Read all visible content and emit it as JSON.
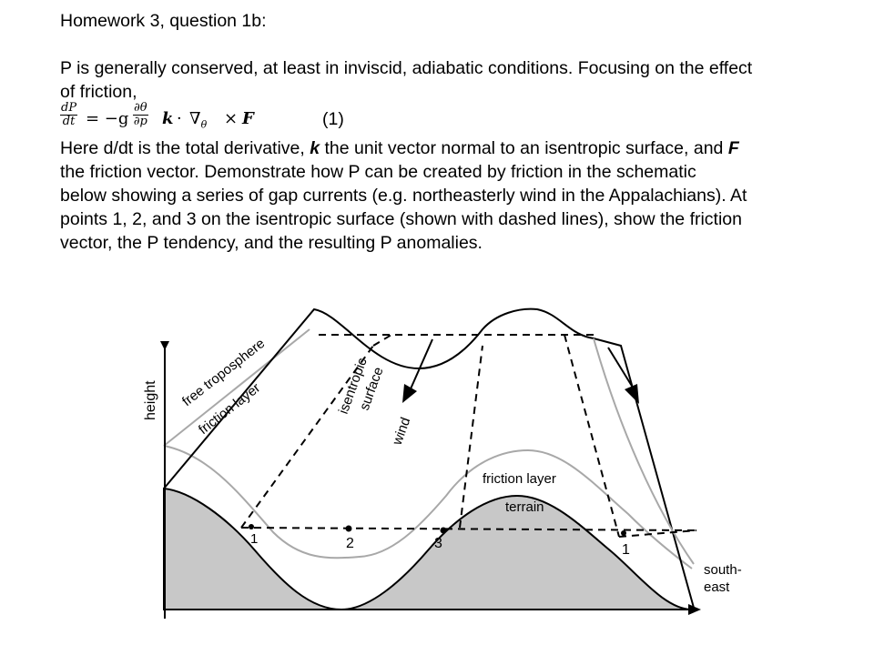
{
  "document": {
    "title": "Homework 3, question 1b:",
    "paragraph1_line1": "P is generally conserved, at least in inviscid, adiabatic conditions. Focusing on the effect",
    "paragraph1_line2": "of friction,",
    "equation": {
      "lhs_num": "dP",
      "lhs_den": "dt",
      "equals": "= −g",
      "rhs_num": "∂θ",
      "rhs_den": "∂p",
      "k": "k",
      "dot": "·",
      "grad": "∇",
      "grad_sub": "θ",
      "cross": "×",
      "F": "F",
      "number": "(1)"
    },
    "p2_l1_a": "Here d/dt is the total derivative, ",
    "p2_l1_k": "k",
    "p2_l1_b": " the unit vector normal to an isentropic surface, and ",
    "p2_l1_F": "F",
    "p2_l2": "the friction vector. Demonstrate how P can be created by friction in the schematic",
    "p2_l3": "below showing a series of gap currents (e.g. northeasterly wind in the Appalachians). At",
    "p2_l4": "points 1, 2, and 3 on the isentropic surface (shown with dashed lines), show the friction",
    "p2_l5": "vector, the P tendency, and the resulting P anomalies."
  },
  "diagram": {
    "y_axis_label": "height",
    "free_troposphere": "free troposphere",
    "friction_layer_left": "friction layer",
    "isentropic_1": "isentropic",
    "isentropic_2": "surface",
    "wind": "wind",
    "friction_layer_mid": "friction layer",
    "terrain": "terrain",
    "point_1a": "1",
    "point_2": "2",
    "point_3": "3",
    "point_1b": "1",
    "southeast_1": "south-",
    "southeast_2": "east",
    "terrain_fill": "#c8c8c8",
    "friction_line_color": "#a8a8a8"
  }
}
